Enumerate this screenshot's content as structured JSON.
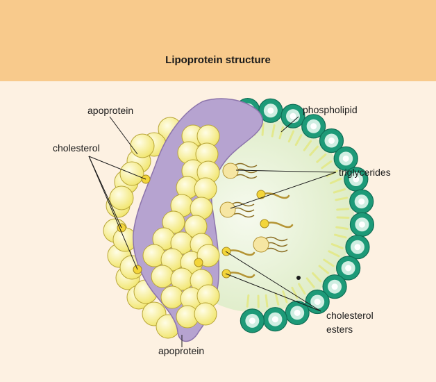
{
  "title": "Lipoprotein structure",
  "labels": {
    "apoprotein_top": "apoprotein",
    "cholesterol": "cholesterol",
    "phospholipid": "phospholipid",
    "triglycerides": "triglycerides",
    "cholesterol_esters_line1": "cholesterol",
    "cholesterol_esters_line2": "esters",
    "apoprotein_bottom": "apoprotein"
  },
  "colors": {
    "header": "#f8ca8c",
    "background": "#fdf1e2",
    "phospholipid_ring": "#1d9a78",
    "apoprotein": "#b6a3d0",
    "cholesterol": "#f5ec7a",
    "core": "#eaf3d6"
  }
}
